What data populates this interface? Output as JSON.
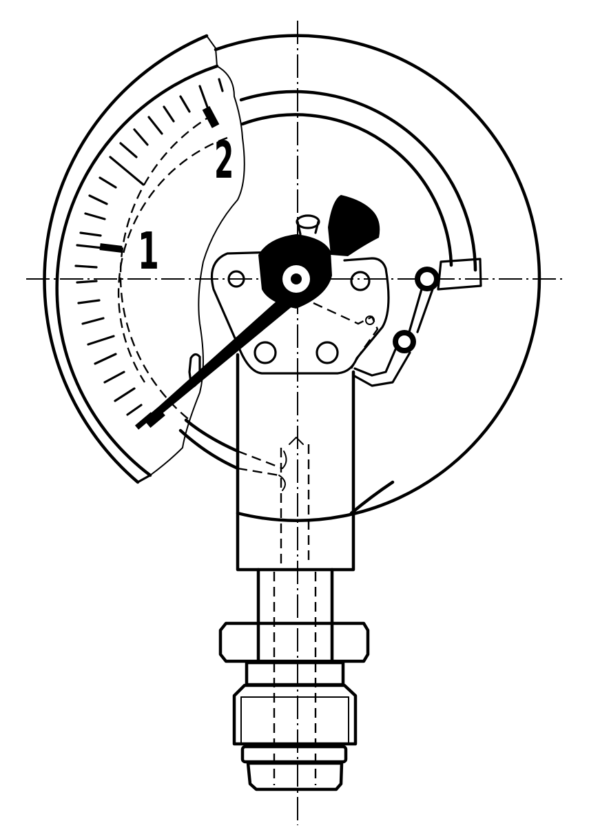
{
  "figure": {
    "subject": "Bourdon tube pressure gauge, partial cutaway",
    "scale_labels": [
      {
        "id": "mark-1",
        "text": "1"
      },
      {
        "id": "mark-2",
        "text": "2"
      }
    ],
    "colors": {
      "ink": "#000000",
      "paper": "#ffffff"
    },
    "components": [
      "case",
      "dial",
      "scale-ticks",
      "pointer",
      "bourdon-tube",
      "movement-plate",
      "link-rod",
      "socket",
      "hex-nut",
      "threaded-connector",
      "centerlines"
    ]
  }
}
